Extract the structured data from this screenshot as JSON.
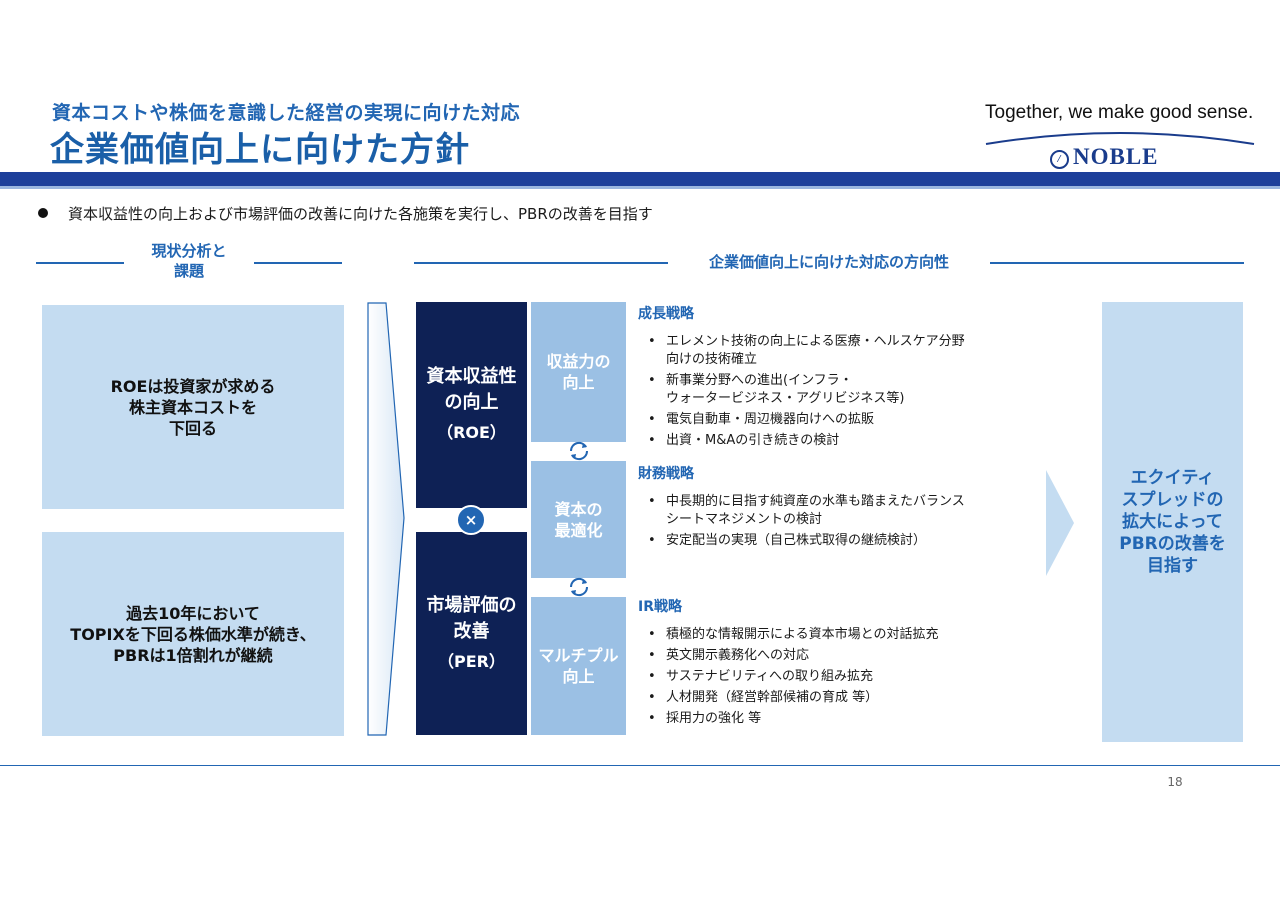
{
  "header": {
    "subtitle": "資本コストや株価を意識した経営の実現に向けた対応",
    "title": "企業価値向上に向けた方針",
    "tagline": "Together, we make good sense.",
    "logo_text": "NOBLE",
    "logo_icon": "noble-mark-icon"
  },
  "bullet": "資本収益性の向上および市場評価の改善に向けた各施策を実行し、PBRの改善を目指す",
  "sections": {
    "left_heading": "現状分析と\n課題",
    "right_heading": "企業価値向上に向けた対応の方向性"
  },
  "issues": [
    "ROEは投資家が求める\n株主資本コストを\n下回る",
    "過去10年において\nTOPIXを下回る株価水準が続き、\nPBRは1倍割れが継続"
  ],
  "pillars": [
    {
      "label": "資本収益性\nの向上",
      "sub": "（ROE）"
    },
    {
      "label": "市場評価の\n改善",
      "sub": "（PER）"
    }
  ],
  "multiply_symbol": "×",
  "levers": [
    "収益力の\n向上",
    "資本の\n最適化",
    "マルチプル\n向上"
  ],
  "strategies": [
    {
      "title": "成長戦略",
      "items": [
        "エレメント技術の向上による医療・ヘルスケア分野\n向けの技術確立",
        "新事業分野への進出(インフラ・\nウォータービジネス・アグリビジネス等)",
        "電気自動車・周辺機器向けへの拡販",
        "出資・M&Aの引き続きの検討"
      ]
    },
    {
      "title": "財務戦略",
      "items": [
        "中長期的に目指す純資産の水準も踏まえたバランス\nシートマネジメントの検討",
        "安定配当の実現（自己株式取得の継続検討）"
      ]
    },
    {
      "title": "IR戦略",
      "items": [
        "積極的な情報開示による資本市場との対話拡充",
        "英文開示義務化への対応",
        "サステナビリティへの取り組み拡充",
        "人材開発（経営幹部候補の育成 等）",
        "採用力の強化 等"
      ]
    }
  ],
  "goal": "エクイティ\nスプレッドの\n拡大によって\nPBRの改善を\n目指す",
  "page_number": "18",
  "colors": {
    "accent": "#2266b3",
    "navy": "#0e2155",
    "band": "#1d3f9a",
    "light_box": "#c4dcf1",
    "mid_box": "#9bc0e4"
  }
}
